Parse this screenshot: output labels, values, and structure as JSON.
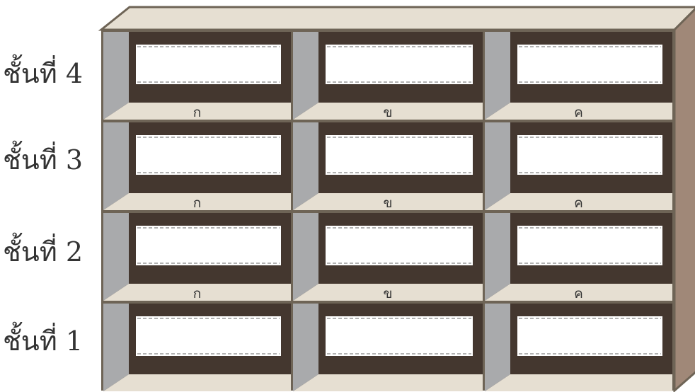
{
  "rows": [
    {
      "label": "ชั้นที่ 4",
      "cells": [
        "ก",
        "ข",
        "ค"
      ]
    },
    {
      "label": "ชั้นที่ 3",
      "cells": [
        "ก",
        "ข",
        "ค"
      ]
    },
    {
      "label": "ชั้นที่ 2",
      "cells": [
        "ก",
        "ข",
        "ค"
      ]
    },
    {
      "label": "ชั้นที่ 1",
      "cells": [
        "",
        "",
        ""
      ]
    }
  ],
  "colors": {
    "frame": "#6e6456",
    "top": "#e6dfd2",
    "right_side": "#a08878",
    "inner_wall": "#a9aaac",
    "floor": "#e6dfd2",
    "label_holder": "#44372f",
    "label_card": "#ffffff"
  }
}
